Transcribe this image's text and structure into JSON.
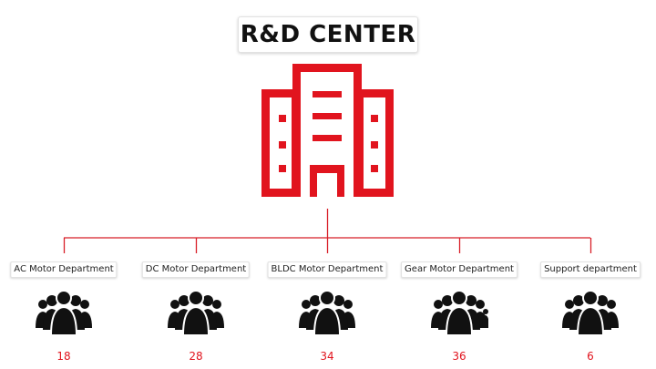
{
  "title": "R&D CENTER",
  "colors": {
    "accent": "#e1141e",
    "line": "#d81e28",
    "text": "#111111"
  },
  "icons": {
    "center": "office-building-icon",
    "team": "people-group-icon"
  },
  "departments": [
    {
      "name": "AC Motor Department",
      "count": "18"
    },
    {
      "name": "DC Motor Department",
      "count": "28"
    },
    {
      "name": "BLDC Motor Department",
      "count": "34"
    },
    {
      "name": "Gear Motor Department",
      "count": "36"
    },
    {
      "name": "Support department",
      "count": "6"
    }
  ]
}
